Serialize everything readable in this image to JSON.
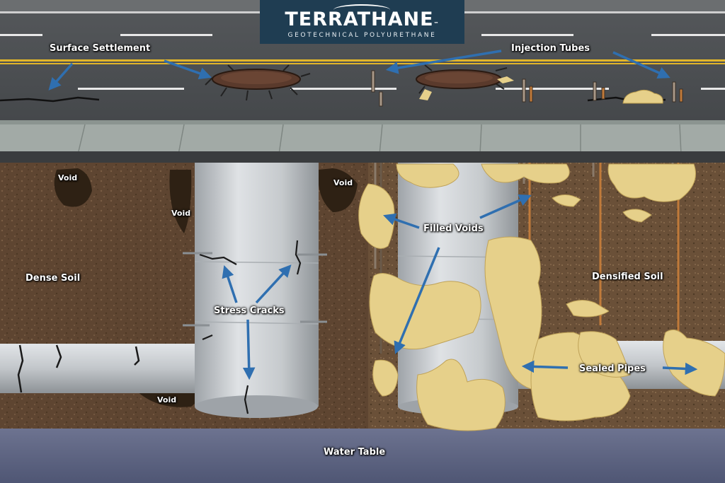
{
  "brand": {
    "name": "TERRATHANE",
    "trademark": "™",
    "tagline": "GEOTECHNICAL POLYURETHANE"
  },
  "labels": {
    "surface_settlement": "Surface Settlement",
    "injection_tubes": "Injection Tubes",
    "void": "Void",
    "dense_soil": "Dense Soil",
    "stress_cracks": "Stress Cracks",
    "filled_voids": "Filled Voids",
    "densified_soil": "Densified Soil",
    "sealed_pipes": "Sealed Pipes",
    "water_table": "Water Table"
  },
  "colors": {
    "asphalt": "#4e5154",
    "lane_yellow": "#e2b52a",
    "lane_white": "#e8e8e8",
    "sidewalk": "#9ea6a2",
    "soil": "#5e4531",
    "concrete": "#c8ccd0",
    "foam": "#e6d08a",
    "water": "#5f6784",
    "arrow": "#2f6fb0",
    "logo_bg": "#1f3d52"
  }
}
